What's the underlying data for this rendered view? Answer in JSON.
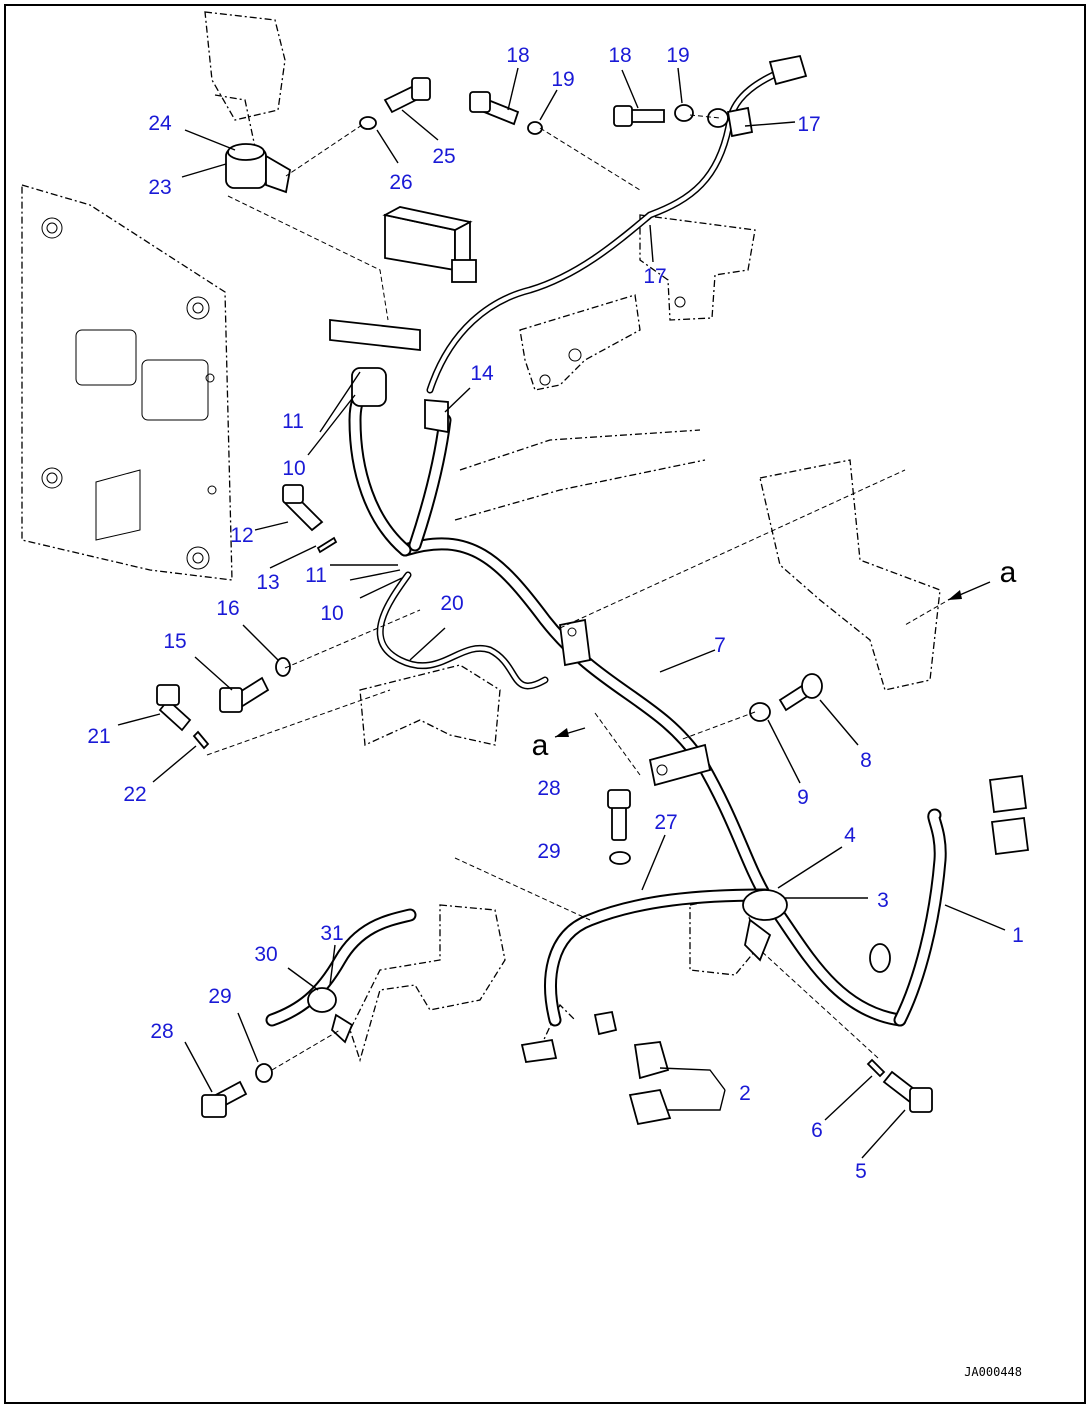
{
  "diagram": {
    "drawing_code": "JA000448",
    "view_marker": "a",
    "callouts": [
      {
        "id": "c1",
        "label": "1"
      },
      {
        "id": "c2",
        "label": "2"
      },
      {
        "id": "c3",
        "label": "3"
      },
      {
        "id": "c4",
        "label": "4"
      },
      {
        "id": "c5",
        "label": "5"
      },
      {
        "id": "c6",
        "label": "6"
      },
      {
        "id": "c7",
        "label": "7"
      },
      {
        "id": "c8",
        "label": "8"
      },
      {
        "id": "c9",
        "label": "9"
      },
      {
        "id": "c10a",
        "label": "10"
      },
      {
        "id": "c10b",
        "label": "10"
      },
      {
        "id": "c11a",
        "label": "11"
      },
      {
        "id": "c11b",
        "label": "11"
      },
      {
        "id": "c12",
        "label": "12"
      },
      {
        "id": "c13",
        "label": "13"
      },
      {
        "id": "c14",
        "label": "14"
      },
      {
        "id": "c15",
        "label": "15"
      },
      {
        "id": "c16",
        "label": "16"
      },
      {
        "id": "c17a",
        "label": "17"
      },
      {
        "id": "c17b",
        "label": "17"
      },
      {
        "id": "c18a",
        "label": "18"
      },
      {
        "id": "c18b",
        "label": "18"
      },
      {
        "id": "c19a",
        "label": "19"
      },
      {
        "id": "c19b",
        "label": "19"
      },
      {
        "id": "c20",
        "label": "20"
      },
      {
        "id": "c21",
        "label": "21"
      },
      {
        "id": "c22",
        "label": "22"
      },
      {
        "id": "c23",
        "label": "23"
      },
      {
        "id": "c24",
        "label": "24"
      },
      {
        "id": "c25",
        "label": "25"
      },
      {
        "id": "c26",
        "label": "26"
      },
      {
        "id": "c27",
        "label": "27"
      },
      {
        "id": "c28a",
        "label": "28"
      },
      {
        "id": "c28b",
        "label": "28"
      },
      {
        "id": "c29a",
        "label": "29"
      },
      {
        "id": "c29b",
        "label": "29"
      },
      {
        "id": "c30",
        "label": "30"
      },
      {
        "id": "c31",
        "label": "31"
      }
    ]
  }
}
